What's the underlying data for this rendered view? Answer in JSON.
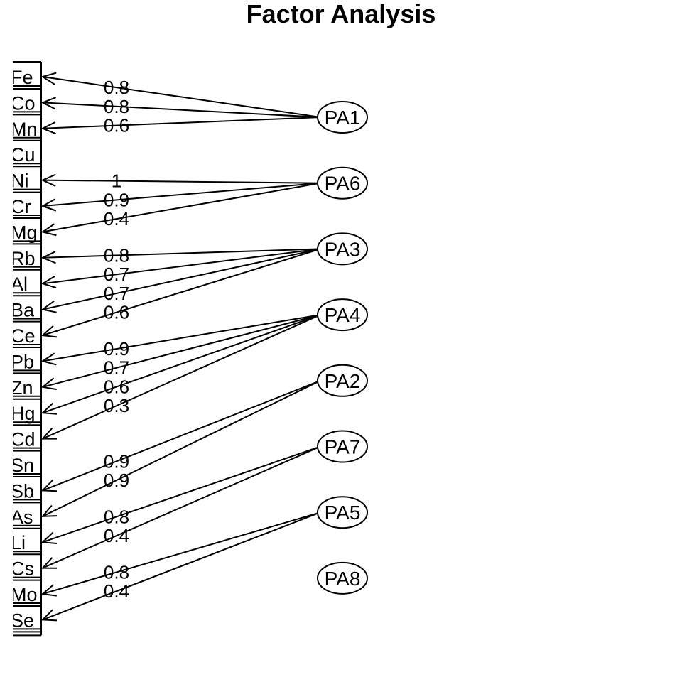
{
  "title": "Factor Analysis",
  "variables": [
    "Fe",
    "Co",
    "Mn",
    "Cu",
    "Ni",
    "Cr",
    "Mg",
    "Rb",
    "Al",
    "Ba",
    "Ce",
    "Pb",
    "Zn",
    "Hg",
    "Cd",
    "Sn",
    "Sb",
    "As",
    "Li",
    "Cs",
    "Mo",
    "Se"
  ],
  "factors": [
    "PA1",
    "PA6",
    "PA3",
    "PA4",
    "PA2",
    "PA7",
    "PA5",
    "PA8"
  ],
  "paths": [
    {
      "factor": "PA1",
      "variable": "Fe",
      "loading": "0.8"
    },
    {
      "factor": "PA1",
      "variable": "Co",
      "loading": "0.8"
    },
    {
      "factor": "PA1",
      "variable": "Mn",
      "loading": "0.6"
    },
    {
      "factor": "PA6",
      "variable": "Ni",
      "loading": "1"
    },
    {
      "factor": "PA6",
      "variable": "Cr",
      "loading": "0.9"
    },
    {
      "factor": "PA6",
      "variable": "Mg",
      "loading": "0.4"
    },
    {
      "factor": "PA3",
      "variable": "Rb",
      "loading": "0.8"
    },
    {
      "factor": "PA3",
      "variable": "Al",
      "loading": "0.7"
    },
    {
      "factor": "PA3",
      "variable": "Ba",
      "loading": "0.7"
    },
    {
      "factor": "PA3",
      "variable": "Ce",
      "loading": "0.6"
    },
    {
      "factor": "PA4",
      "variable": "Pb",
      "loading": "0.9"
    },
    {
      "factor": "PA4",
      "variable": "Zn",
      "loading": "0.7"
    },
    {
      "factor": "PA4",
      "variable": "Hg",
      "loading": "0.6"
    },
    {
      "factor": "PA4",
      "variable": "Cd",
      "loading": "0.3"
    },
    {
      "factor": "PA2",
      "variable": "Sb",
      "loading": "0.9"
    },
    {
      "factor": "PA2",
      "variable": "As",
      "loading": "0.9"
    },
    {
      "factor": "PA7",
      "variable": "Li",
      "loading": "0.8"
    },
    {
      "factor": "PA7",
      "variable": "Cs",
      "loading": "0.4"
    },
    {
      "factor": "PA5",
      "variable": "Mo",
      "loading": "0.8"
    },
    {
      "factor": "PA5",
      "variable": "Se",
      "loading": "0.4"
    }
  ]
}
